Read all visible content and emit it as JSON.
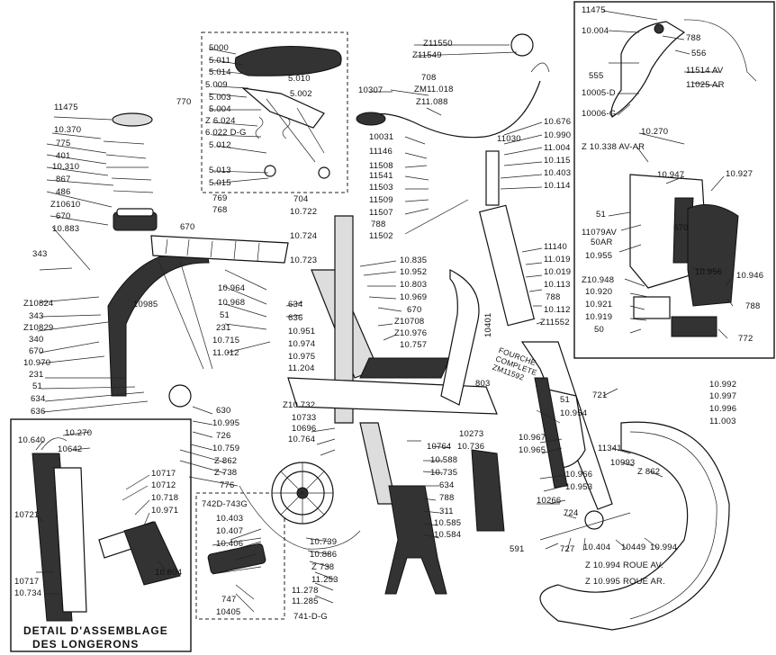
{
  "callouts": {
    "c_11475_l": "11475",
    "c_10370": "10.370",
    "c_775": "775",
    "c_401": "401",
    "c_10310": "10.310",
    "c_867": "867",
    "c_486": "486",
    "c_z10610": "Z10610",
    "c_670_l": "670",
    "c_10883": "10.883",
    "c_343_a": "343",
    "c_z10824": "Z10824",
    "c_343_b": "343",
    "c_z10829": "Z10829",
    "c_340": "340",
    "c_670_b": "670",
    "c_10970": "10.970",
    "c_231_l": "231",
    "c_51_l": "51",
    "c_634_l": "634",
    "c_636_l": "636",
    "c_5000": "5000",
    "c_5011": "5.011",
    "c_5014": "5.014",
    "c_5009": "5.009",
    "c_5010": "5.010",
    "c_5003": "5.003",
    "c_5002": "5.002",
    "c_5004": "5.004",
    "c_z6024": "Z 6.024",
    "c_6022": "6.022 D-G",
    "c_5012": "5.012",
    "c_5013": "5.013",
    "c_5015": "5.015",
    "c_770": "770",
    "c_769": "769",
    "c_768_t": "768",
    "c_670_t": "670",
    "c_704": "704",
    "c_10722": "10.722",
    "c_10724": "10.724",
    "c_10723": "10.723",
    "c_z11550": "Z11550",
    "c_z11549": "Z11549",
    "c_708": "708",
    "c_z11018": "ZM11.018",
    "c_z11088": "Z11.088",
    "c_10307": "10307",
    "c_10031": "10031",
    "c_11146": "11146",
    "c_11508": "11508",
    "c_11541": "11541",
    "c_11503": "11503",
    "c_11509": "11509",
    "c_11507": "11507",
    "c_788_m": "788",
    "c_11502": "11502",
    "c_11030": "11030",
    "c_10676": "10.676",
    "c_10990": "10.990",
    "c_11004": "11.004",
    "c_10115": "10.115",
    "c_10403_m": "10.403",
    "c_10114": "10.114",
    "c_11140": "11140",
    "c_11019": "11.019",
    "c_10019": "10.019",
    "c_10113": "10.113",
    "c_788_r": "788",
    "c_10112": "10.112",
    "c_z11552": "Z11552",
    "c_10835": "10.835",
    "c_10952": "10.952",
    "c_10803": "10.803",
    "c_10969": "10.969",
    "c_670_m": "670",
    "c_z10708": "Z10708",
    "c_z10976": "Z10.976",
    "c_10757": "10.757",
    "c_10401": "10401",
    "c_10964": "10.964",
    "c_10968": "10.968",
    "c_51_m": "51",
    "c_231_m": "231",
    "c_10715": "10.715",
    "c_11012": "11.012",
    "c_10985": "10985",
    "c_634_m": "634",
    "c_636_m": "636",
    "c_10951": "10.951",
    "c_10974": "10.974",
    "c_10975": "10.975",
    "c_11204": "11.204",
    "c_fourche": "FOURCHE COMPLETE ZM11592",
    "c_803": "803",
    "c_630": "630",
    "c_10995": "10.995",
    "c_726": "726",
    "c_10759": "10.759",
    "c_z862_l": "Z 862",
    "c_z738": "Z 738",
    "c_776": "776",
    "c_z10732": "Z10.732",
    "c_10733": "10733",
    "c_10696": "10696",
    "c_10764_a": "10.764",
    "c_10764_b": "10764",
    "c_10736": "10.736",
    "c_10273": "10273",
    "c_10588": "10.588",
    "c_10735": "10.735",
    "c_634_b": "634",
    "c_788_b": "788",
    "c_311": "311",
    "c_10585": "10.585",
    "c_10584": "10.584",
    "c_10739": "10.739",
    "c_10886": "10.886",
    "c_z738_b": "Z 738",
    "c_11253": "11.253",
    "c_11278": "11.278",
    "c_11285": "11.285",
    "c_741": "741-D-G",
    "c_742": "742D-743G",
    "c_10403_p": "10.403",
    "c_10407": "10.407",
    "c_10406": "10.406",
    "c_747": "747",
    "c_10405": "10405",
    "c_10967": "10.967",
    "c_10965": "10.965",
    "c_10966": "10.966",
    "c_10953": "10.953",
    "c_10266": "10266",
    "c_51_r": "51",
    "c_10954": "10.954",
    "c_721": "721",
    "c_11341": "11341",
    "c_10993": "10993",
    "c_z862_r": "Z 862",
    "c_10992": "10.992",
    "c_10997": "10.997",
    "c_10996": "10.996",
    "c_11003": "11.003",
    "c_724": "724",
    "c_591": "591",
    "c_727": "727",
    "c_10404": "10.404",
    "c_10449": "10449",
    "c_10994": "10.994",
    "c_z10994": "Z 10.994  ROUE AV.",
    "c_z10995": "Z 10.995  ROUE AR.",
    "c_11475_r": "11475",
    "c_10004": "10.004",
    "c_788_i": "788",
    "c_556": "556",
    "c_555": "555",
    "c_11514": "11514  AV",
    "c_11025": "11025 AR",
    "c_10005": "10005-D",
    "c_10006": "10006-G",
    "c_10270_i": "10.270",
    "c_z10338": "Z 10.338 AV-AR",
    "c_10947": "10.947",
    "c_10927": "10.927",
    "c_51_i": "51",
    "c_670_i": "670",
    "c_11079": "11079AV",
    "c_50ar": "50AR",
    "c_10955": "10.955",
    "c_10956": "10.956",
    "c_10946": "10.946",
    "c_z10948": "Z10.948",
    "c_10920": "10.920",
    "c_10921": "10.921",
    "c_10919": "10.919",
    "c_50": "50",
    "c_788_i2": "788",
    "c_772": "772",
    "c_10640": "10.640",
    "c_10270_d": "10.270",
    "c_10642": "10642",
    "c_10717_a": "10717",
    "c_10712": "10712",
    "c_10718": "10.718",
    "c_10971": "10.971",
    "c_10721": "10721",
    "c_10717_b": "10717",
    "c_10734": "10.734",
    "c_10804": "10.804"
  },
  "inset": {
    "title_line1": "DETAIL D'ASSEMBLAGE",
    "title_line2": "DES LONGERONS"
  },
  "colors": {
    "ink": "#111111",
    "paper": "#ffffff"
  }
}
